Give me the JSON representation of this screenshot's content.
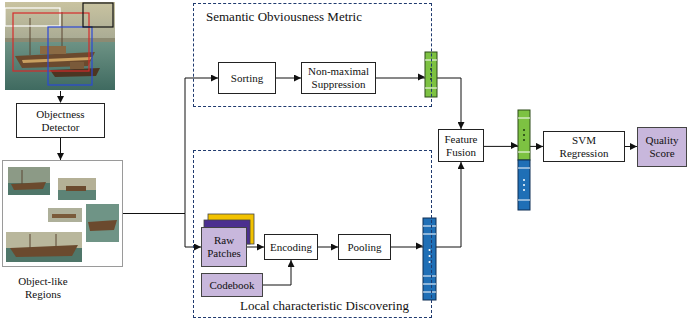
{
  "diagram": {
    "nodes": [
      {
        "text": [
          "Objectness Detector"
        ]
      },
      {
        "text": [
          "Object-like Regions"
        ]
      },
      {
        "text": [
          "Semantic Obviousness Metric"
        ]
      },
      {
        "text": [
          "Sorting"
        ],
        "in": 2
      },
      {
        "text": [
          "Non-maximal Suppression"
        ],
        "in": 2
      },
      {
        "text": [
          "Local characteristic Discovering"
        ]
      },
      {
        "text": [
          "Raw Patches"
        ],
        "in": 5
      },
      {
        "text": [
          "Encoding"
        ],
        "in": 5
      },
      {
        "text": [
          "Pooling"
        ],
        "in": 5
      },
      {
        "text": [
          "Codebook"
        ],
        "in": 5
      },
      {
        "text": [
          "Feature Fusion"
        ]
      },
      {
        "text": [
          "SVM Regression"
        ]
      },
      {
        "text": [
          "Quality Score"
        ]
      }
    ],
    "edges": [
      {
        "from": 0,
        "to": 1,
        "arrow": "to"
      },
      {
        "from": 1,
        "to": 3,
        "arrow": "to"
      },
      {
        "from": 1,
        "to": 6,
        "arrow": "to"
      },
      {
        "from": 3,
        "to": 4,
        "arrow": "to"
      },
      {
        "from": 4,
        "to": 10,
        "arrow": "to"
      },
      {
        "from": 6,
        "to": 7,
        "arrow": "to"
      },
      {
        "from": 9,
        "to": 7,
        "arrow": "to"
      },
      {
        "from": 7,
        "to": 8,
        "arrow": "to"
      },
      {
        "from": 8,
        "to": 10,
        "arrow": "to"
      },
      {
        "from": 10,
        "to": 11,
        "arrow": "to"
      },
      {
        "from": 11,
        "to": 12,
        "arrow": "to"
      }
    ]
  }
}
